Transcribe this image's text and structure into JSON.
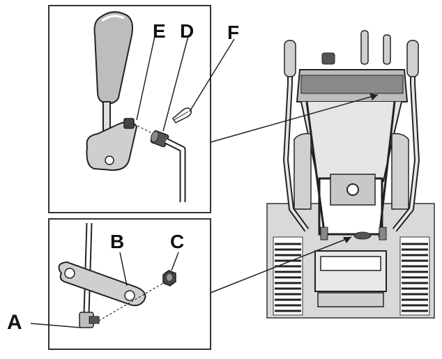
{
  "labels": {
    "A": "A",
    "B": "B",
    "C": "C",
    "D": "D",
    "E": "E",
    "F": "F"
  },
  "colors": {
    "line": "#222222",
    "frame": "#333333",
    "machine_fill": "#d9d9d9",
    "handle_fill": "#bfbfbf",
    "dark": "#2a2a2a"
  },
  "icons": {
    "shift_lever": "shift-lever-icon",
    "washer": "washer-icon",
    "cotter_pin": "cotter-pin-icon",
    "link_plate": "link-plate-icon",
    "nut": "nut-icon",
    "snow_thrower": "snow-thrower-icon"
  }
}
